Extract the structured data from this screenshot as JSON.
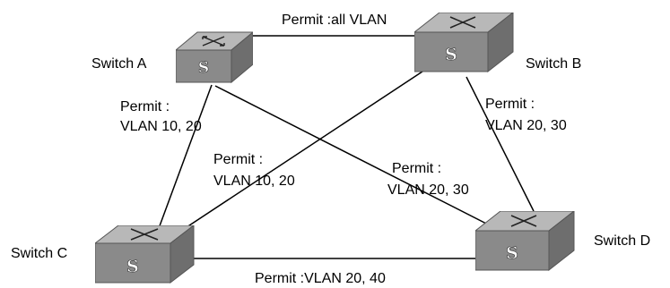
{
  "switches": {
    "a": {
      "label": "Switch A",
      "icon": "switch-icon",
      "glyph": "S"
    },
    "b": {
      "label": "Switch B",
      "icon": "switch-icon",
      "glyph": "S"
    },
    "c": {
      "label": "Switch C",
      "icon": "switch-icon",
      "glyph": "S"
    },
    "d": {
      "label": "Switch D",
      "icon": "switch-icon",
      "glyph": "S"
    }
  },
  "links": {
    "ab": {
      "permit": "Permit :all VLAN"
    },
    "ac": {
      "permit_line1": "Permit :",
      "permit_line2": "VLAN 10, 20"
    },
    "bc": {
      "permit_line1": "Permit :",
      "permit_line2": "VLAN 10, 20"
    },
    "ad": {
      "permit_line1": "Permit :",
      "permit_line2": "VLAN 20, 30"
    },
    "bd": {
      "permit_line1": "Permit :",
      "permit_line2": "VLAN 20, 30"
    },
    "cd": {
      "permit": "Permit :VLAN 20, 40"
    }
  },
  "colors": {
    "switch_top": "#b8b8b8",
    "switch_front": "#8a8a8a",
    "switch_side": "#6e6e6e",
    "line": "#000000"
  }
}
